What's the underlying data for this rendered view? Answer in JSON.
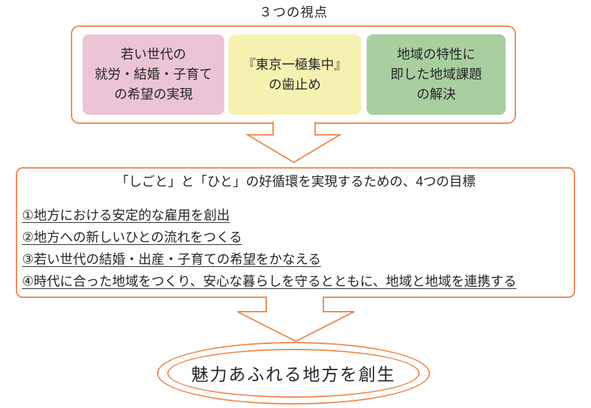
{
  "colors": {
    "accent": "#ED8A4F",
    "text": "#262626",
    "background": "#FFFFFF",
    "viewpoint_pink": "#EBC5D5",
    "viewpoint_yellow": "#F5F2B1",
    "viewpoint_green": "#A9CFA1"
  },
  "viewpoints_section": {
    "title": "３つの視点",
    "cards": [
      {
        "color": "#EBC5D5",
        "lines": [
          "若い世代の",
          "就労・結婚・子育て",
          "の希望の実現"
        ]
      },
      {
        "color": "#F5F2B1",
        "lines": [
          "『東京一極集中』",
          "の歯止め"
        ]
      },
      {
        "color": "#A9CFA1",
        "lines": [
          "地域の特性に",
          "即した地域課題",
          "の解決"
        ]
      }
    ]
  },
  "goals_section": {
    "title": "「しごと」と「ひと」の好循環を実現するための、4つの目標",
    "items": [
      "①地方における安定的な雇用を創出",
      "②地方への新しいひとの流れをつくる",
      "③若い世代の結婚・出産・子育ての希望をかなえる",
      "④時代に合った地域をつくり、安心な暮らしを守るとともに、地域と地域を連携する"
    ]
  },
  "result": {
    "label": "魅力あふれる地方を創生"
  }
}
